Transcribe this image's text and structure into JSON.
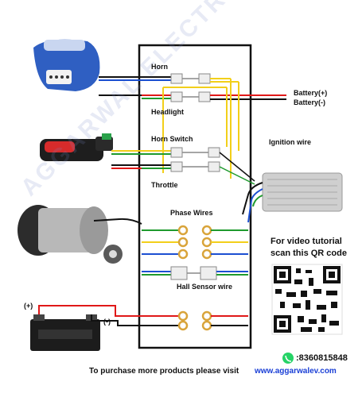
{
  "diagram": {
    "labels": {
      "horn": "Horn",
      "headlight": "Headlight",
      "horn_switch": "Horn Switch",
      "throttle": "Throttle",
      "phase_wires": "Phase Wires",
      "hall_sensor": "Hall Sensor wire",
      "battery_pos": "Battery(+)",
      "battery_neg": "Battery(-)",
      "ignition": "Ignition wire",
      "plus": "(+)",
      "minus": "(-)"
    },
    "tutorial": {
      "line1": "For video tutorial",
      "line2": "scan this QR code"
    },
    "contact": {
      "phone": ":8360815848"
    },
    "footer": {
      "text": "To purchase more products please visit",
      "link": "www.aggarwalev.com"
    },
    "watermark": "AGGARWAL  ELECTRIC  VEHICLES"
  },
  "colors": {
    "wire_red": "#e01818",
    "wire_black": "#111111",
    "wire_yellow": "#f2cf1a",
    "wire_green": "#1f9a2e",
    "wire_blue": "#1b4fd1",
    "wire_white": "#dddddd",
    "link": "#1a3fd6",
    "whatsapp": "#25d366"
  },
  "icons": [
    "headlight-icon",
    "throttle-icon",
    "motor-icon",
    "battery-icon",
    "controller-icon",
    "qr-code-icon",
    "whatsapp-icon"
  ]
}
